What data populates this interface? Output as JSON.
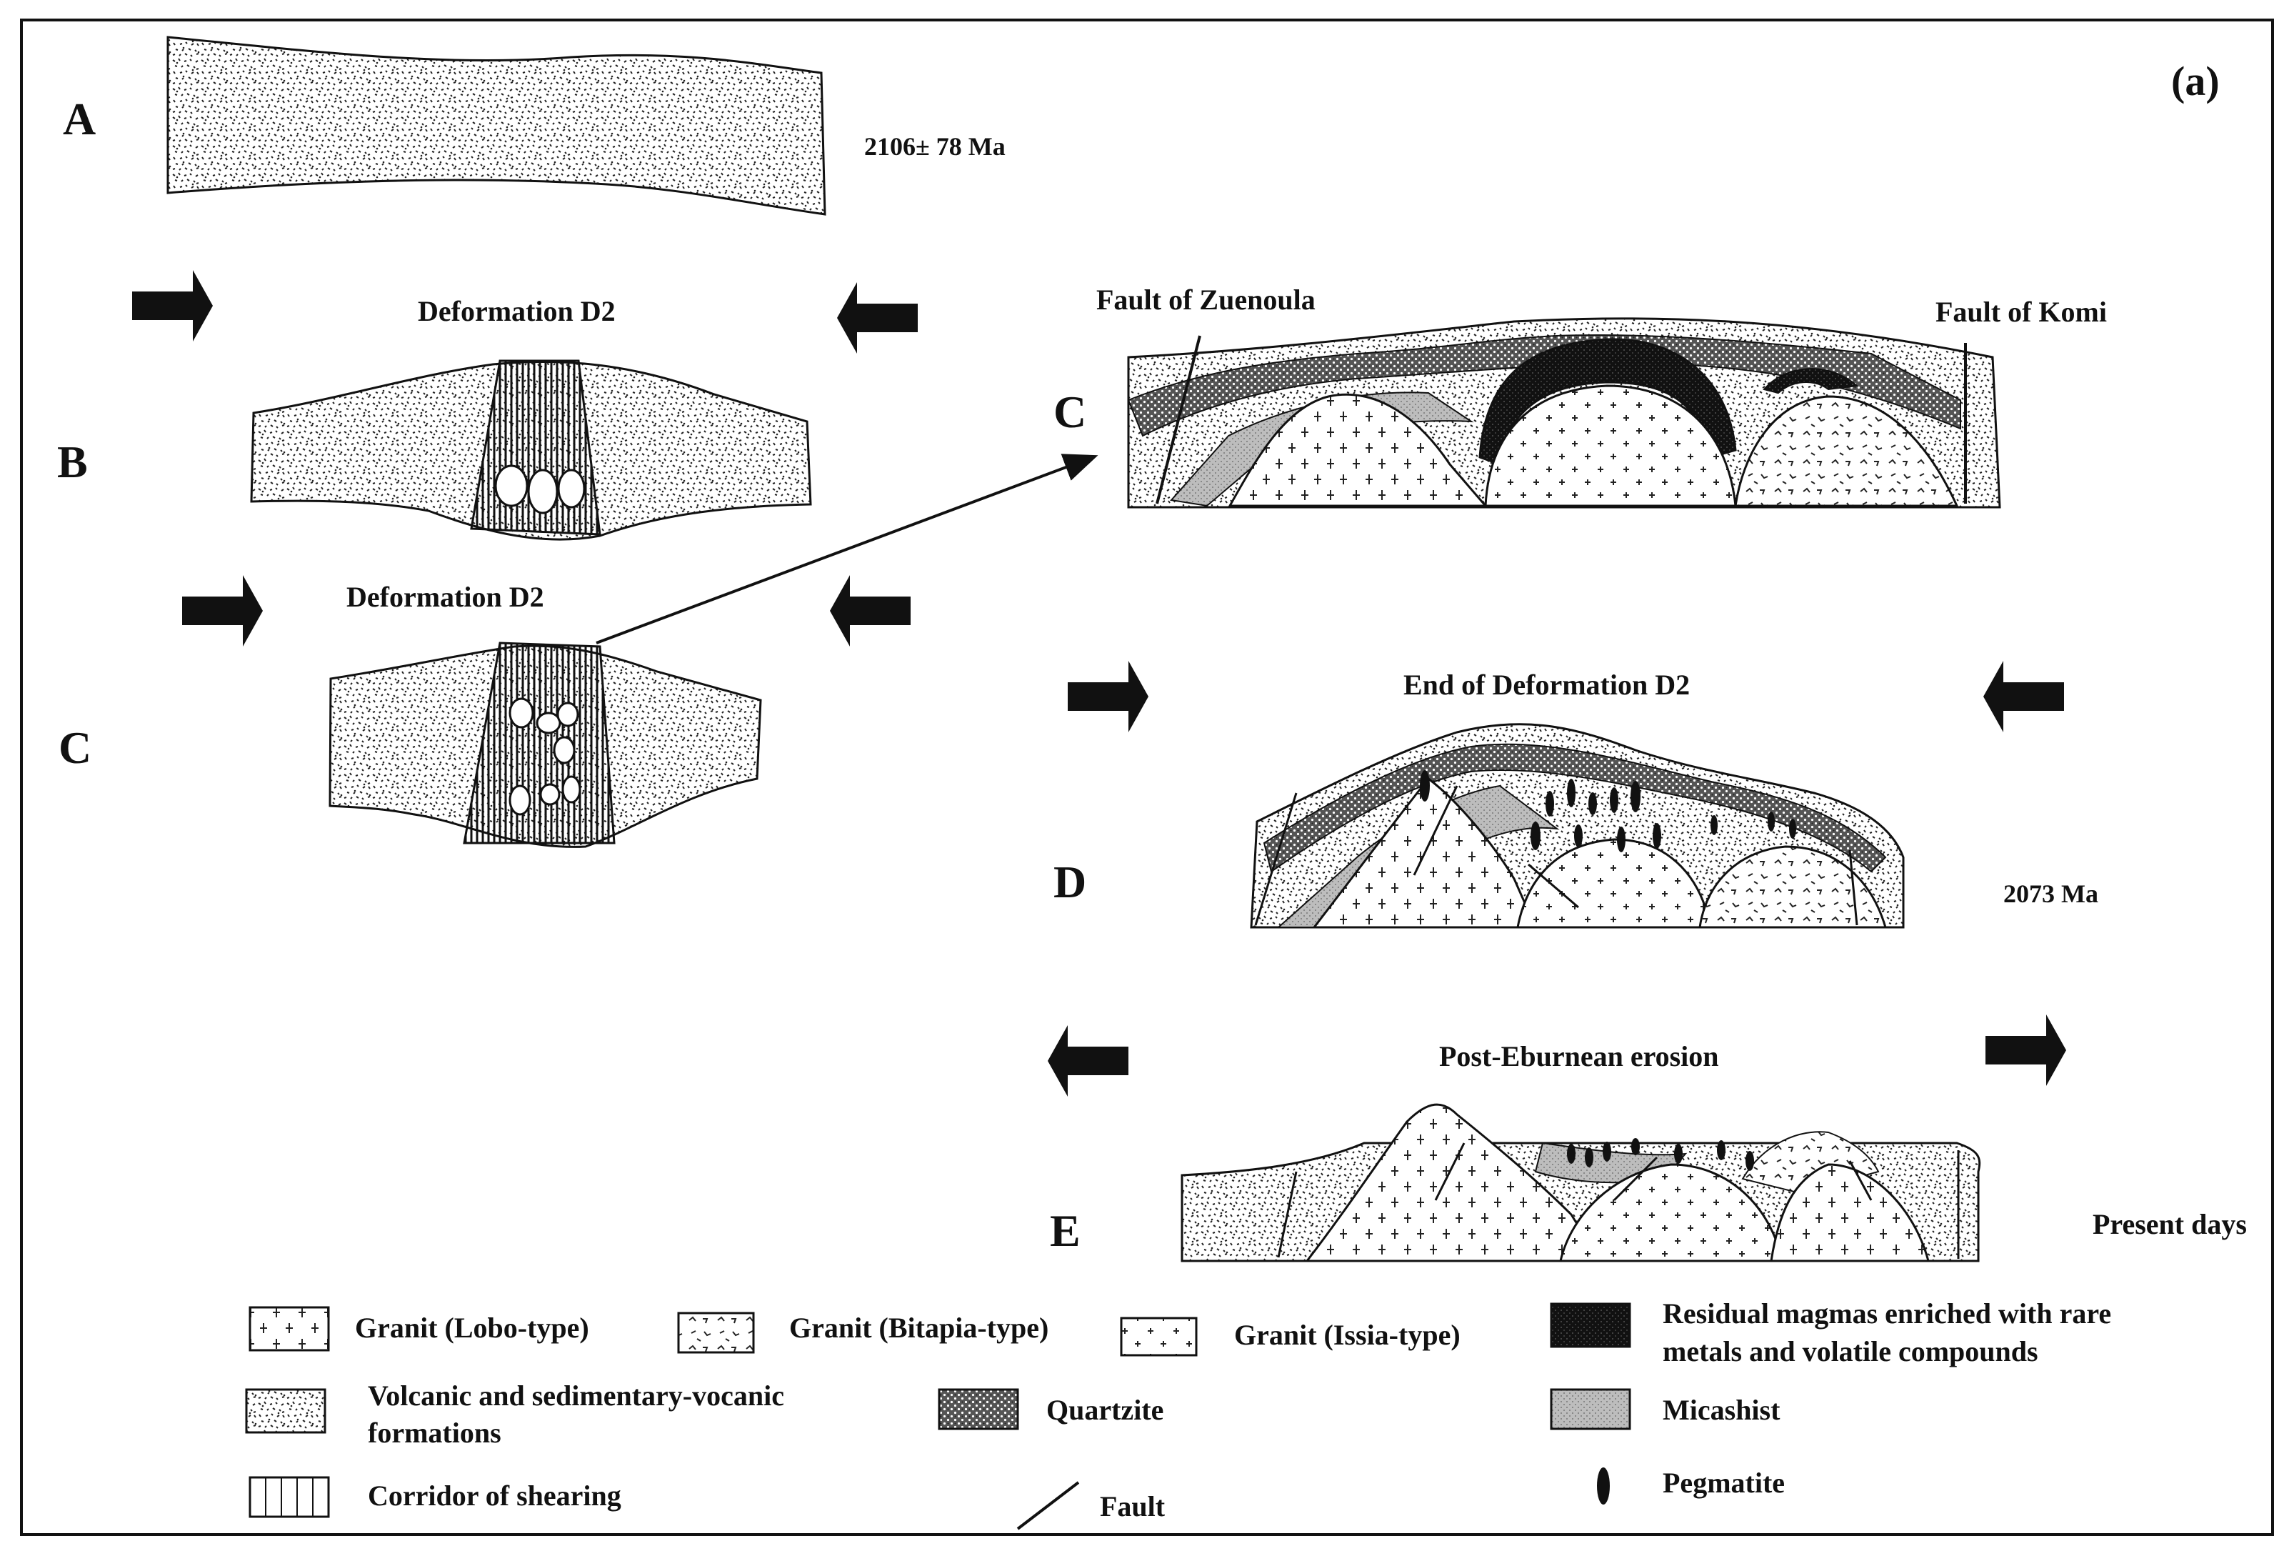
{
  "panel_label": "(a)",
  "stages": {
    "A": {
      "letter": "A",
      "age": "2106± 78 Ma"
    },
    "B": {
      "letter": "B",
      "title": "Deformation D2"
    },
    "C_left": {
      "letter": "C",
      "title": "Deformation D2"
    },
    "C_right": {
      "letter": "C",
      "fault_left": "Fault of Zuenoula",
      "fault_right": "Fault of Komi"
    },
    "D": {
      "letter": "D",
      "title": "End of Deformation D2",
      "age": "2073 Ma"
    },
    "E": {
      "letter": "E",
      "title": "Post-Eburnean erosion",
      "age": "Present days"
    }
  },
  "legend": {
    "lobo": "Granit (Lobo-type)",
    "bitapia": "Granit (Bitapia-type)",
    "issia": "Granit (Issia-type)",
    "residual_1": "Residual magmas enriched with rare",
    "residual_2": "metals and volatile compounds",
    "volcanic_1": "Volcanic and sedimentary-vocanic",
    "volcanic_2": "formations",
    "quartzite": "Quartzite",
    "micashist": "Micashist",
    "corridor": "Corridor of shearing",
    "fault": "Fault",
    "pegmatite": "Pegmatite"
  },
  "colors": {
    "ink": "#111111",
    "background": "#ffffff"
  }
}
